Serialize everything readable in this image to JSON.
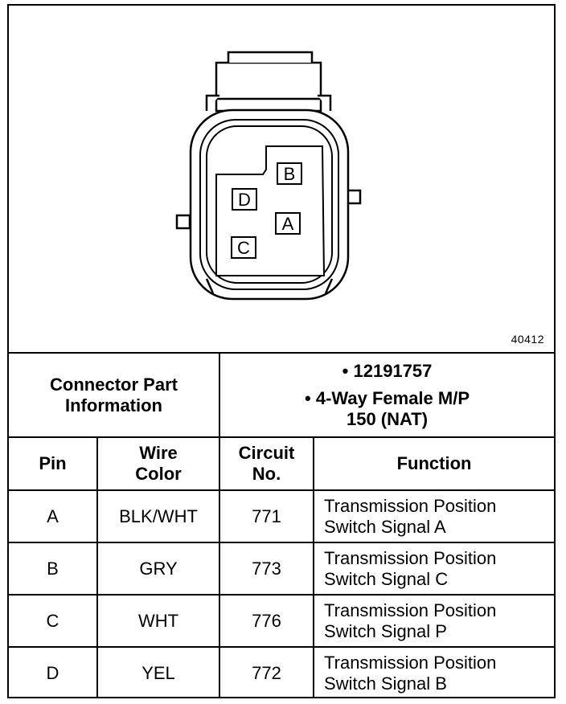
{
  "figure": {
    "number": "40412",
    "pin_labels": {
      "A": "A",
      "B": "B",
      "C": "C",
      "D": "D"
    }
  },
  "connector_info": {
    "label_line1": "Connector Part",
    "label_line2": "Information",
    "items": [
      "• 12191757",
      "• 4-Way Female M/P",
      "150 (NAT)"
    ]
  },
  "table": {
    "headers": {
      "pin": "Pin",
      "wire_color_1": "Wire",
      "wire_color_2": "Color",
      "circuit_1": "Circuit",
      "circuit_2": "No.",
      "function": "Function"
    },
    "rows": [
      {
        "pin": "A",
        "color": "BLK/WHT",
        "circuit": "771",
        "function_1": "Transmission Position",
        "function_2": "Switch Signal A"
      },
      {
        "pin": "B",
        "color": "GRY",
        "circuit": "773",
        "function_1": "Transmission Position",
        "function_2": "Switch Signal C"
      },
      {
        "pin": "C",
        "color": "WHT",
        "circuit": "776",
        "function_1": "Transmission Position",
        "function_2": "Switch Signal P"
      },
      {
        "pin": "D",
        "color": "YEL",
        "circuit": "772",
        "function_1": "Transmission Position",
        "function_2": "Switch Signal B"
      }
    ]
  }
}
